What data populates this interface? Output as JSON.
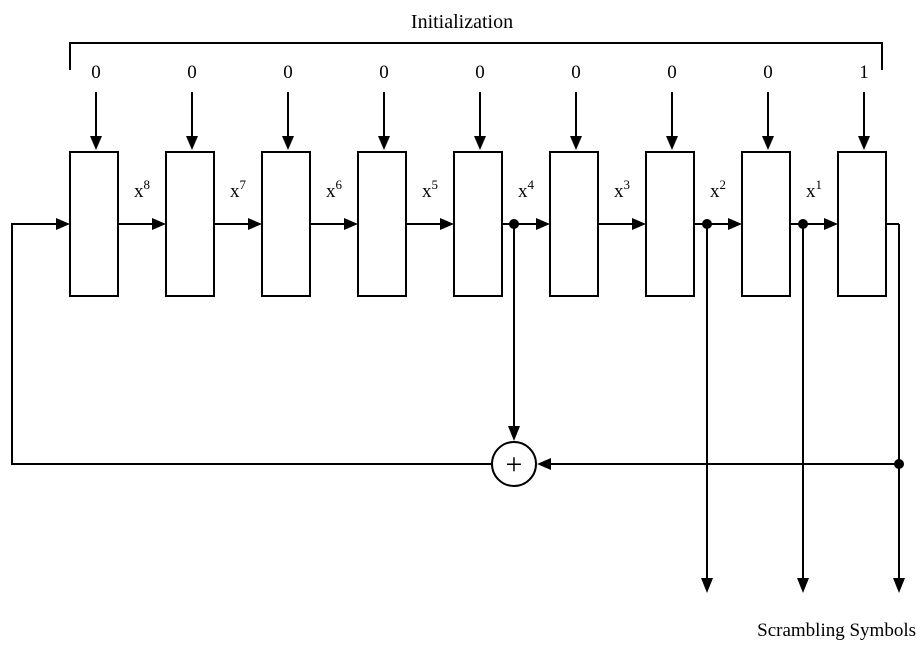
{
  "title": "Initialization",
  "init_values": [
    "0",
    "0",
    "0",
    "0",
    "0",
    "0",
    "0",
    "0",
    "1"
  ],
  "tap_labels": [
    {
      "base": "x",
      "exp": "8"
    },
    {
      "base": "x",
      "exp": "7"
    },
    {
      "base": "x",
      "exp": "6"
    },
    {
      "base": "x",
      "exp": "5"
    },
    {
      "base": "x",
      "exp": "4"
    },
    {
      "base": "x",
      "exp": "3"
    },
    {
      "base": "x",
      "exp": "2"
    },
    {
      "base": "x",
      "exp": "1"
    }
  ],
  "adder_symbol": "+",
  "output_label": "Scrambling Symbols"
}
